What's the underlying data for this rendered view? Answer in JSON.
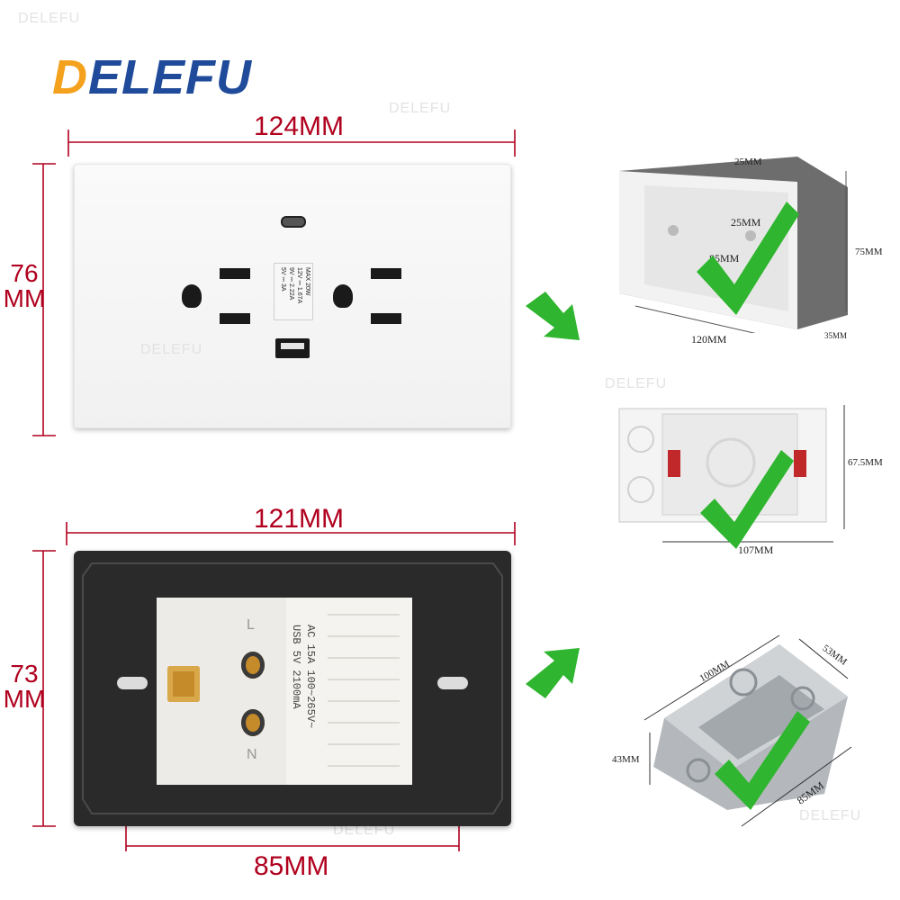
{
  "brand": {
    "logo_first": "D",
    "logo_rest": "ELEFU",
    "watermark": "DELEFU"
  },
  "front": {
    "width_label": "124MM",
    "height_label_line1": "76",
    "height_label_line2": "MM",
    "spec_lines": [
      "MAX 20W",
      "12V ⎓ 1.67A",
      "9V ⎓ 2.22A",
      "5V ⎓ 3A"
    ]
  },
  "back": {
    "width_label": "121MM",
    "height_label_line1": "73",
    "height_label_line2": "MM",
    "spacing_label": "85MM",
    "module_text_line1": "AC  15A  100~265V~",
    "module_text_line2": "USB  5V  2100mA",
    "terminal_labels": [
      "L",
      "N"
    ]
  },
  "box_plastic_gray": {
    "top_label": "25MM",
    "inner_label": "25MM",
    "hole_spacing_label": "85MM",
    "width_label": "120MM",
    "height_label": "75MM",
    "depth_label": "35MM"
  },
  "box_plastic_white": {
    "width_label": "107MM",
    "height_label": "67.5MM"
  },
  "box_metal": {
    "top_label": "100MM",
    "side_label": "53MM",
    "height_label": "43MM",
    "bottom_label": "85MM"
  },
  "colors": {
    "dimension_red": "#b0001e",
    "check_green": "#2fb52f",
    "logo_blue": "#1f4b9a",
    "logo_orange": "#f4a21d"
  },
  "icons": [
    "check-icon",
    "arrow-icon"
  ]
}
